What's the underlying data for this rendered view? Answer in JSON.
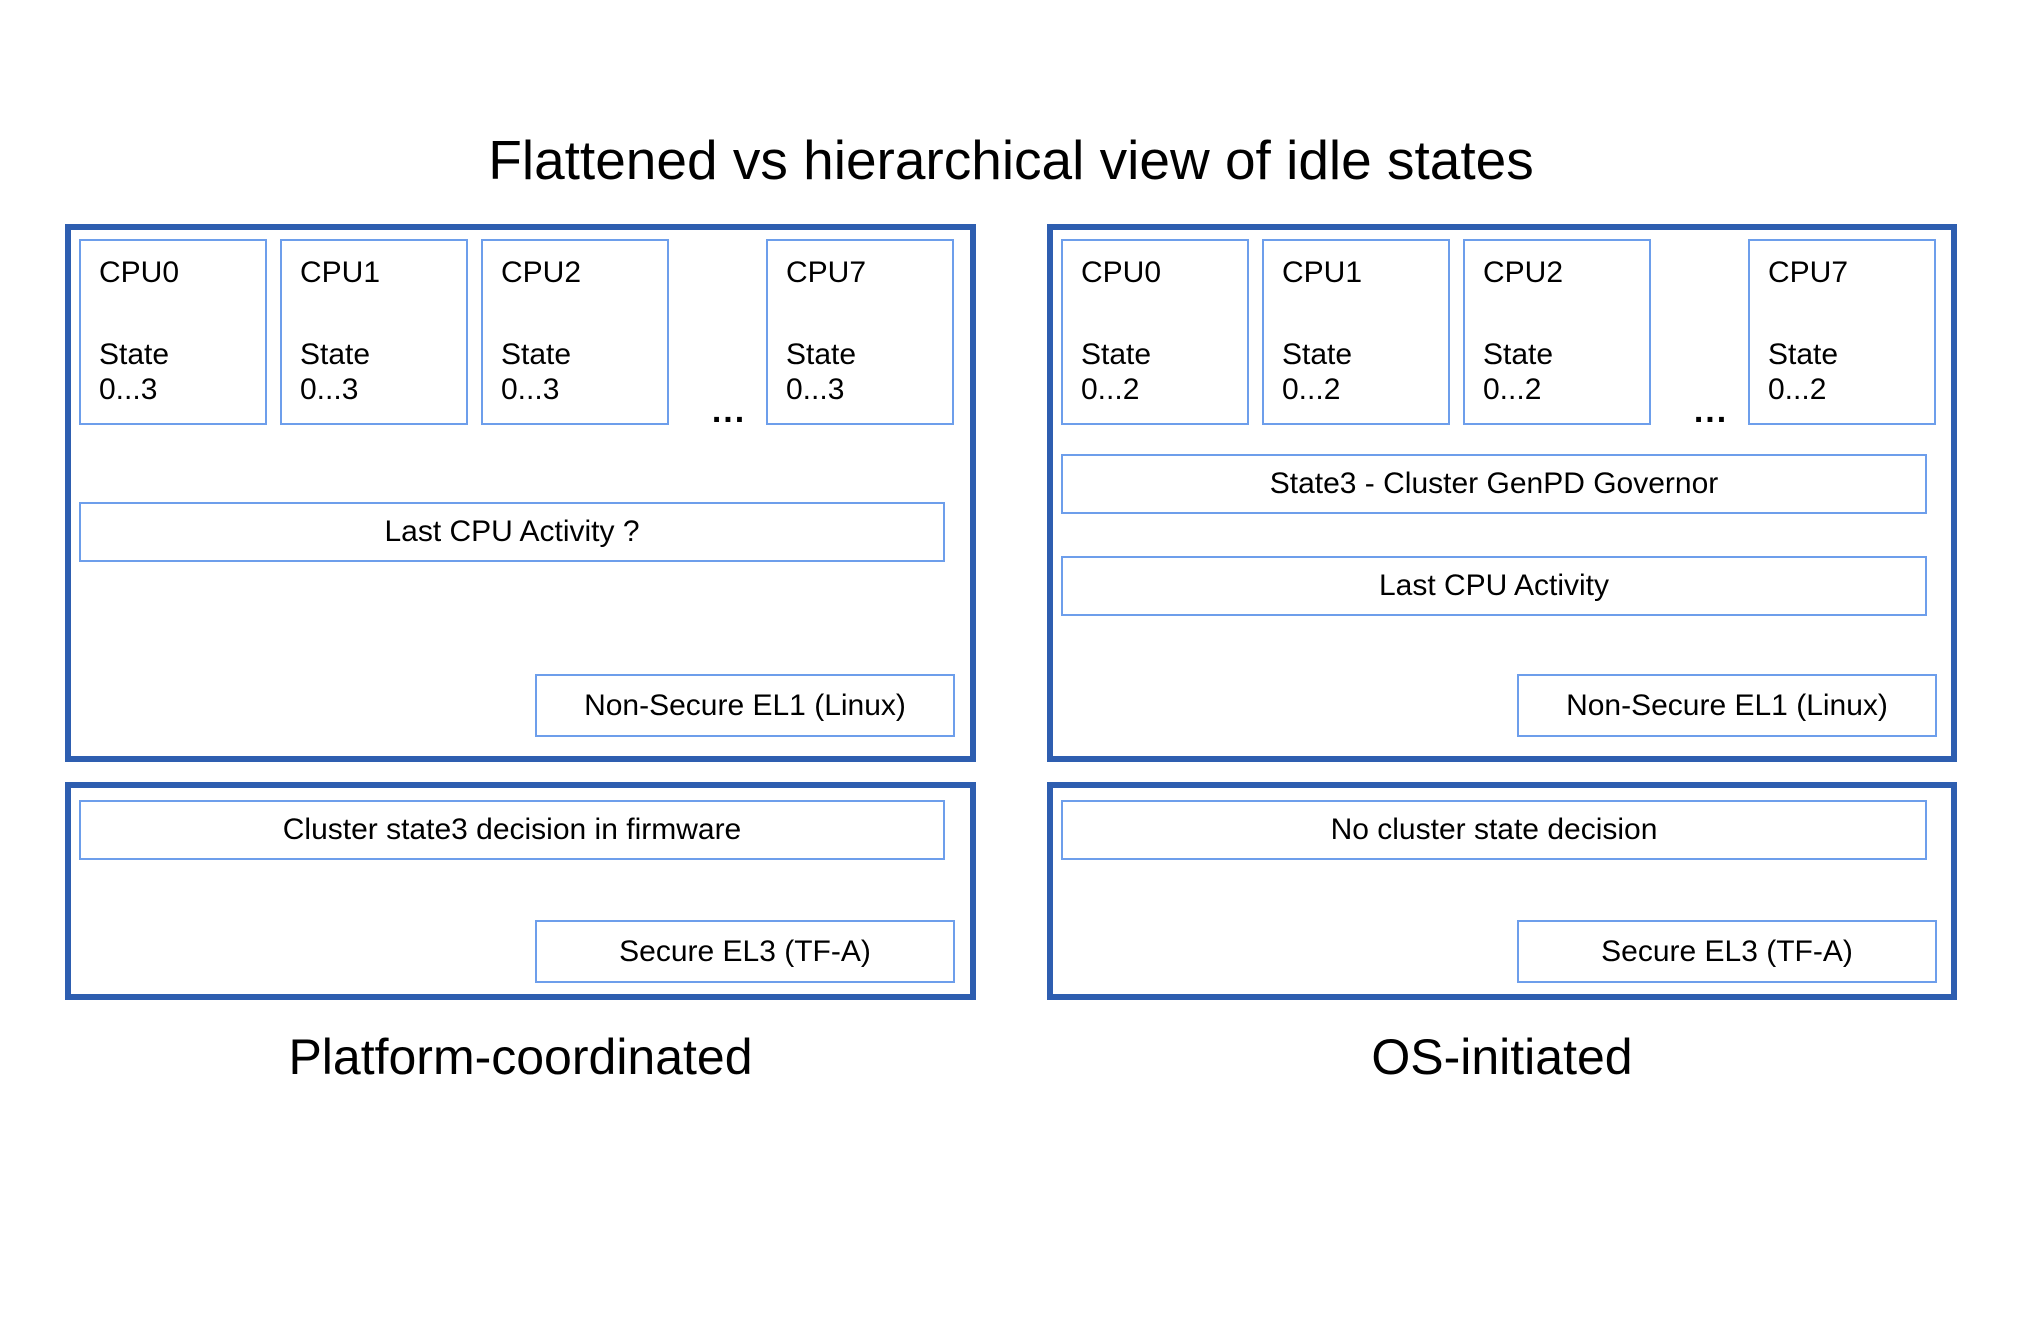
{
  "title": "Flattened vs hierarchical view of idle states",
  "colors": {
    "outer_border": "#2e5eb0",
    "inner_border": "#6d9eeb",
    "text": "#000000",
    "background": "#ffffff"
  },
  "left_panel": {
    "cpus": [
      {
        "name": "CPU0",
        "state_label": "State",
        "state_range": "0...3"
      },
      {
        "name": "CPU1",
        "state_label": "State",
        "state_range": "0...3"
      },
      {
        "name": "CPU2",
        "state_label": "State",
        "state_range": "0...3"
      },
      {
        "name": "CPU7",
        "state_label": "State",
        "state_range": "0...3"
      }
    ],
    "ellipsis": "...",
    "activity_label": "Last CPU Activity ?",
    "el1_label": "Non-Secure EL1 (Linux)",
    "firmware_label": "Cluster state3 decision in firmware",
    "el3_label": "Secure EL3 (TF-A)",
    "caption": "Platform-coordinated"
  },
  "right_panel": {
    "cpus": [
      {
        "name": "CPU0",
        "state_label": "State",
        "state_range": "0...2"
      },
      {
        "name": "CPU1",
        "state_label": "State",
        "state_range": "0...2"
      },
      {
        "name": "CPU2",
        "state_label": "State",
        "state_range": "0...2"
      },
      {
        "name": "CPU7",
        "state_label": "State",
        "state_range": "0...2"
      }
    ],
    "ellipsis": "...",
    "governor_label": "State3 - Cluster GenPD Governor",
    "activity_label": "Last CPU Activity",
    "el1_label": "Non-Secure EL1 (Linux)",
    "decision_label": "No cluster state decision",
    "el3_label": "Secure EL3 (TF-A)",
    "caption": "OS-initiated"
  }
}
